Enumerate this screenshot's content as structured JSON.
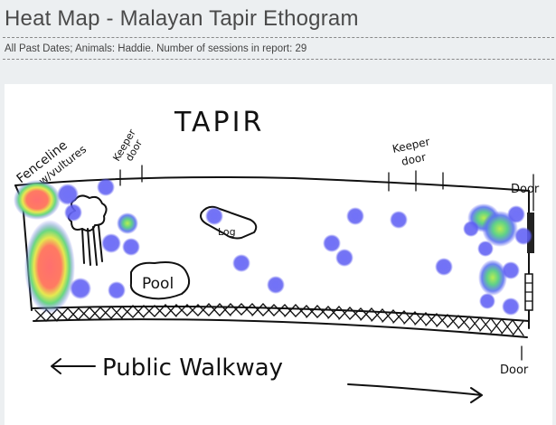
{
  "page": {
    "title": "Heat Map - Malayan Tapir Ethogram",
    "subtitle": "All Past Dates; Animals: Haddie. Number of sessions in report: 29"
  },
  "map": {
    "labels": {
      "tapir": "TAPIR",
      "fenceline": "Fenceline",
      "vultures": "w/vultures",
      "keeper_door_left_1": "Keeper",
      "keeper_door_left_2": "door",
      "keeper_door_right_1": "Keeper",
      "keeper_door_right_2": "door",
      "door_top": "Door",
      "door_bottom": "Door",
      "log": "Log",
      "pool": "Pool",
      "walkway": "Public Walkway"
    },
    "colors": {
      "dot": "#5a5af0",
      "hot": "#ff6a6a",
      "warm": "#9be05a",
      "frame": "#ffffff"
    }
  }
}
